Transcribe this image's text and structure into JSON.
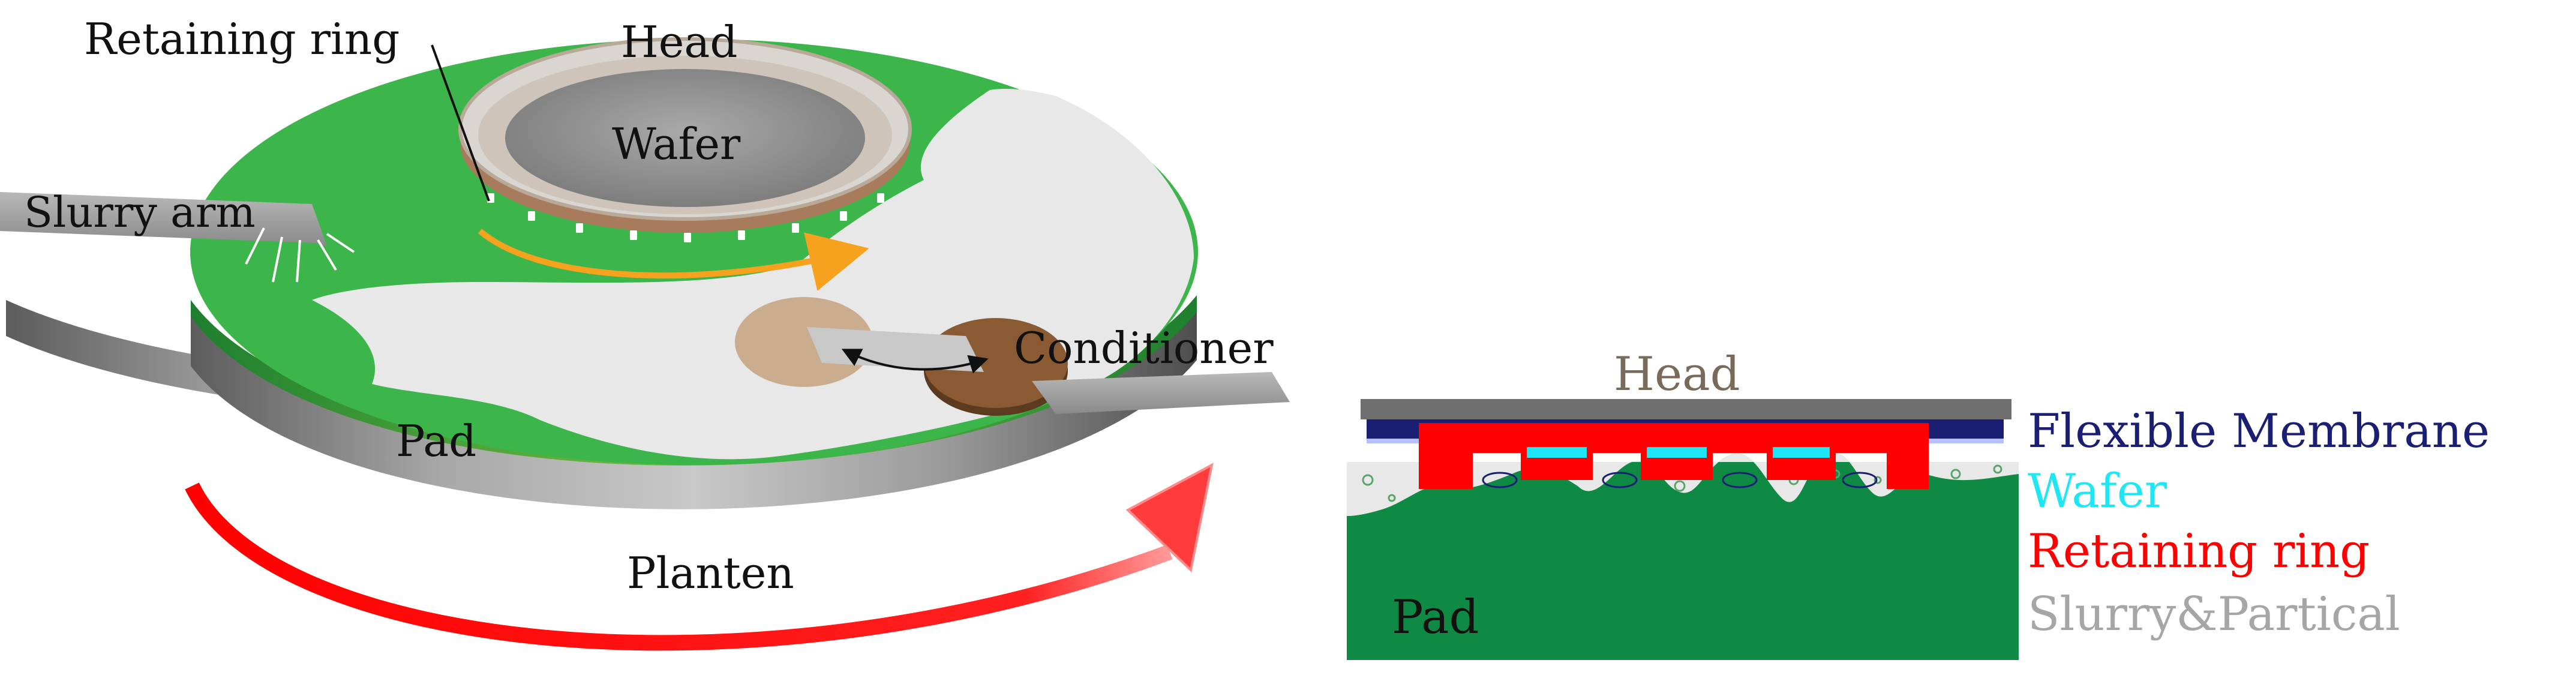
{
  "labels": {
    "retaining_ring": "Retaining ring",
    "head": "Head",
    "wafer": "Wafer",
    "slurry_arm": "Slurry arm",
    "conditioner": "Conditioner",
    "pad": "Pad",
    "planten": "Planten"
  },
  "cross_section": {
    "head": "Head",
    "pad": "Pad",
    "legend": [
      {
        "text": "Flexible Membrane",
        "color": "#1b1f73"
      },
      {
        "text": "Wafer",
        "color": "#1ee6f5"
      },
      {
        "text": "Retaining ring",
        "color": "#ff0000"
      },
      {
        "text": "Slurry&Partical",
        "color": "#a6a6a6"
      }
    ]
  },
  "colors": {
    "pad_green": "#3cb54a",
    "pad_dark": "#0e8a45",
    "slurry_gray": "#e8e8e8",
    "ring_brown": "#a77b5c",
    "conditioner_tan": "#c9ad8e",
    "conditioner_brown": "#7a4e2a",
    "arrow_orange": "#f6a21f",
    "arrow_red": "#ff0000",
    "head_gray": "#6f6f6f",
    "membrane_blue": "#1b1f73",
    "wafer_cyan": "#1ee6f5",
    "ring_red": "#ff0000"
  }
}
